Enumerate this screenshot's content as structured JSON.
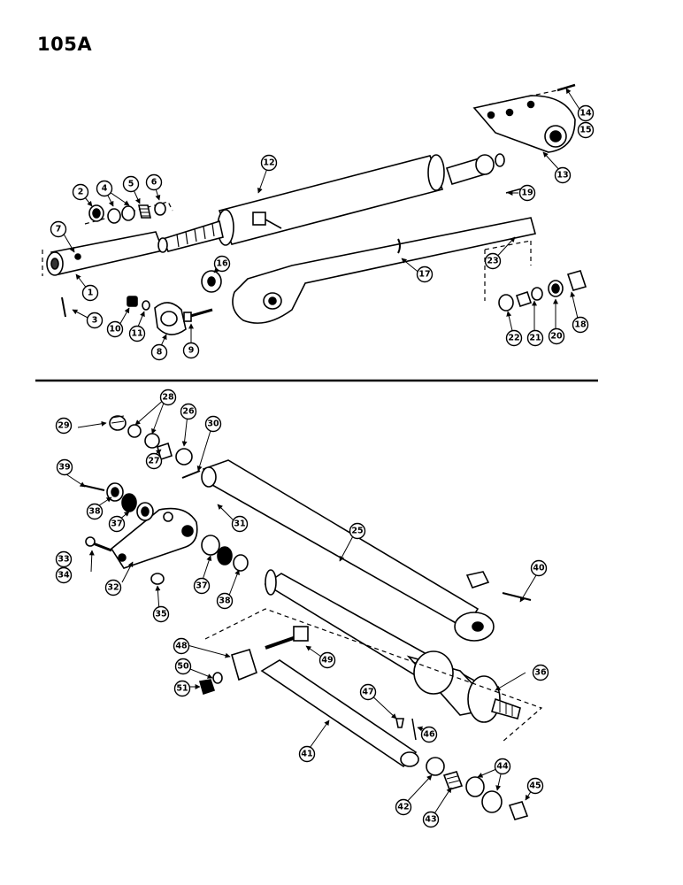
{
  "page": {
    "number": "105A"
  },
  "callouts": [
    "1",
    "2",
    "3",
    "4",
    "5",
    "6",
    "7",
    "8",
    "9",
    "10",
    "11",
    "12",
    "13",
    "14",
    "15",
    "16",
    "17",
    "18",
    "19",
    "20",
    "21",
    "22",
    "23",
    "25",
    "26",
    "27",
    "28",
    "29",
    "30",
    "31",
    "32",
    "33",
    "34",
    "35",
    "36",
    "37",
    "38",
    "39",
    "40",
    "41",
    "42",
    "43",
    "44",
    "45",
    "46",
    "47",
    "48",
    "49",
    "50",
    "51"
  ]
}
